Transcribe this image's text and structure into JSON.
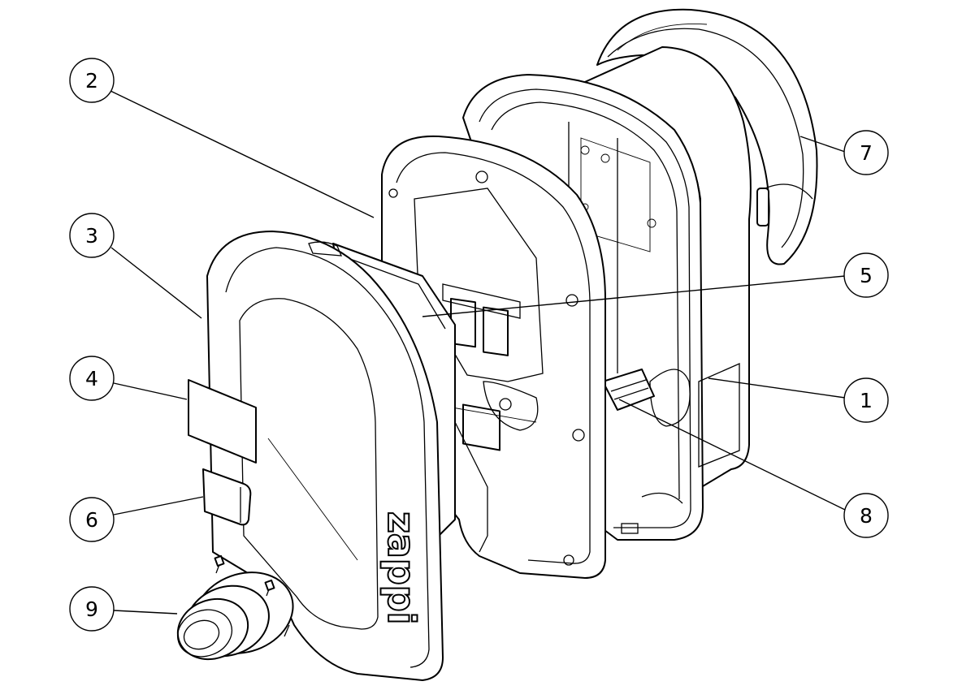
{
  "logo_text": "zappi",
  "callouts": [
    {
      "id": "1",
      "label": "1"
    },
    {
      "id": "2",
      "label": "2"
    },
    {
      "id": "3",
      "label": "3"
    },
    {
      "id": "4",
      "label": "4"
    },
    {
      "id": "5",
      "label": "5"
    },
    {
      "id": "6",
      "label": "6"
    },
    {
      "id": "7",
      "label": "7"
    },
    {
      "id": "8",
      "label": "8"
    },
    {
      "id": "9",
      "label": "9"
    }
  ],
  "colors": {
    "line": "#000000",
    "background": "#ffffff"
  }
}
